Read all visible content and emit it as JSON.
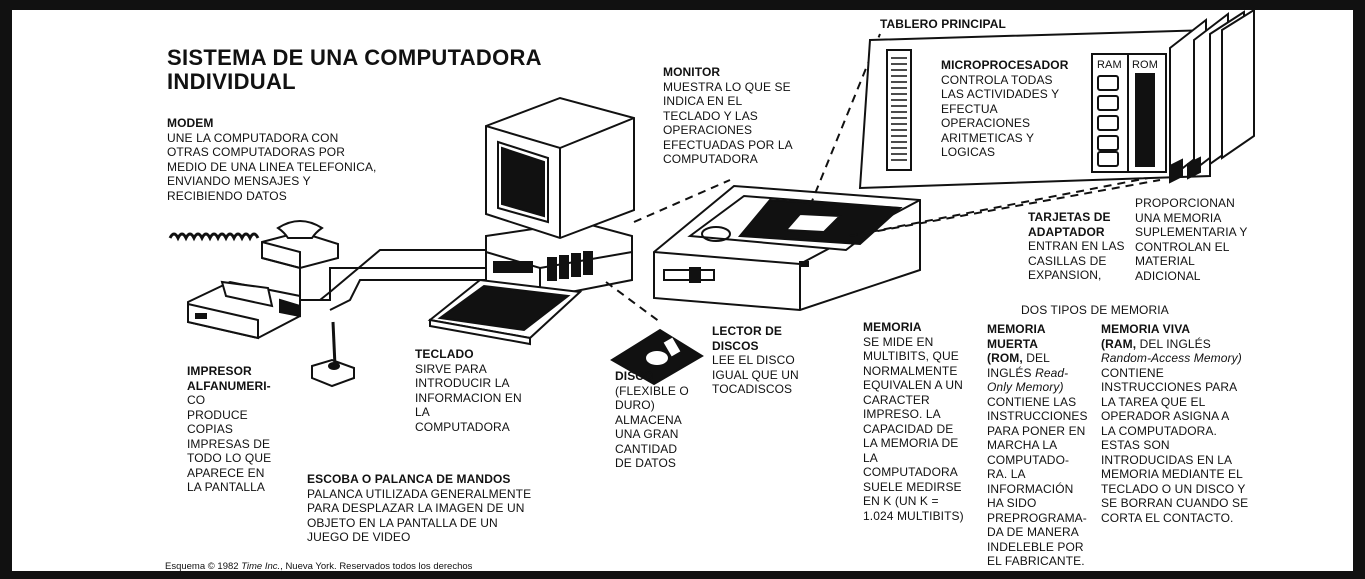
{
  "title": "SISTEMA DE UNA COMPUTADORA\nINDIVIDUAL",
  "modem": {
    "head": "MODEM",
    "body": "UNE LA COMPUTADORA CON\nOTRAS COMPUTADORAS POR\nMEDIO DE UNA LINEA TELEFONICA,\nENVIANDO MENSAJES Y\nRECIBIENDO DATOS"
  },
  "monitor": {
    "head": "MONITOR",
    "body": "MUESTRA LO QUE SE\nINDICA EN EL\nTECLADO Y LAS\nOPERACIONES\nEFECTUADAS POR LA\nCOMPUTADORA"
  },
  "board": {
    "label": "TABLERO PRINCIPAL",
    "micro_head": "MICROPROCESADOR",
    "micro_body": "CONTROLA TODAS\nLAS ACTIVIDADES Y\nEFECTUA\nOPERACIONES\nARITMETICAS Y\nLOGICAS",
    "ram": "RAM",
    "rom": "ROM"
  },
  "adapter": {
    "head": "TARJETAS DE\nADAPTADOR",
    "body": "ENTRAN EN LAS\nCASILLAS DE\nEXPANSION,",
    "right": "PROPORCIONAN\nUNA MEMORIA\nSUPLEMENTARIA Y\nCONTROLAN EL\nMATERIAL\nADICIONAL"
  },
  "printer": {
    "head": "IMPRESOR\nALFANUMERI-",
    "body": "CO\nPRODUCE\nCOPIAS\nIMPRESAS DE\nTODO LO QUE\nAPARECE EN\nLA PANTALLA"
  },
  "keyboard": {
    "head": "TECLADO",
    "body": "SIRVE PARA\nINTRODUCIR LA\nINFORMACION EN\nLA\nCOMPUTADORA"
  },
  "joystick": {
    "head": "ESCOBA O PALANCA DE MANDOS",
    "body": "PALANCA UTILIZADA GENERALMENTE\nPARA DESPLAZAR LA IMAGEN DE UN\nOBJETO EN LA PANTALLA DE UN\nJUEGO DE VIDEO"
  },
  "disk": {
    "head": "DISCO",
    "body": "(FLEXIBLE O\nDURO)\nALMACENA\nUNA GRAN\nCANTIDAD\nDE DATOS"
  },
  "reader": {
    "head": "LECTOR DE\nDISCOS",
    "body": "LEE EL DISCO\nIGUAL QUE UN\nTOCADISCOS"
  },
  "memory": {
    "head": "MEMORIA",
    "body": "SE MIDE EN\nMULTIBITS, QUE\nNORMALMENTE\nEQUIVALEN A UN\nCARACTER\nIMPRESO. LA\nCAPACIDAD DE\nLA MEMORIA DE\nLA\nCOMPUTADORA\nSUELE MEDIRSE\nEN K (UN K =\n1.024 MULTIBITS)"
  },
  "two_types": "DOS TIPOS DE MEMORIA",
  "rom_mem": {
    "head": "MEMORIA\nMUERTA\n(ROM,",
    "head_tail": " DEL",
    "line2": "INGLÉS ",
    "italic": "Read-\nOnly Memory)",
    "body": "CONTIENE LAS\nINSTRUCCIONES\nPARA PONER EN\nMARCHA LA\nCOMPUTADO-\nRA. LA\nINFORMACIÓN\nHA SIDO\nPREPROGRAMA-\nDA DE MANERA\nINDELEBLE POR\nEL FABRICANTE."
  },
  "ram_mem": {
    "head": "MEMORIA VIVA",
    "head2": "(RAM,",
    "head2_tail": " DEL INGLÉS",
    "italic": "Random-Access Memory)",
    "body": "CONTIENE\nINSTRUCCIONES PARA\nLA TAREA QUE EL\nOPERADOR ASIGNA A\nLA COMPUTADORA.\nESTAS SON\nINTRODUCIDAS EN LA\nMEMORIA MEDIANTE EL\nTECLADO O UN DISCO Y\nSE BORRAN CUANDO SE\nCORTA EL CONTACTO."
  },
  "credit": {
    "pre": "Esquema © 1982 ",
    "italic": "Time Inc.",
    "post": ", Nueva York. Reservados todos los derechos"
  }
}
